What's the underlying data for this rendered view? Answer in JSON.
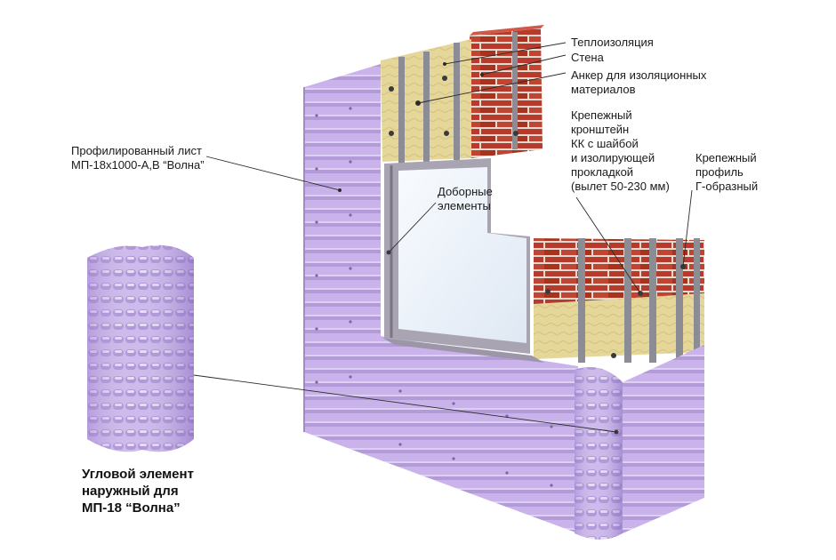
{
  "labels": {
    "insulation": "Теплоизоляция",
    "wall": "Стена",
    "anchor": "Анкер для изоляционных\nматериалов",
    "bracket": "Крепежный\nкронштейн\nКК с шайбой\nи изолирующей\nпрокладкой\n(вылет 50-230 мм)",
    "profile": "Крепежный\nпрофиль\nГ-образный",
    "sheet": "Профилированный лист\nМП-18х1000-А,В “Волна”",
    "trim": "Доборные\nэлементы",
    "corner": "Угловой элемент\nнаружный для\nМП-18 “Волна”"
  },
  "colors": {
    "cladding": "#c9b3ea",
    "cladding_shade": "#b49ad9",
    "brick": "#b83a2c",
    "mortar": "#e6ddd2",
    "insulation": "#e5d69a",
    "rail": "#8c8c94",
    "window_frame": "#a9a4b2",
    "glass": "#eef4fb"
  }
}
